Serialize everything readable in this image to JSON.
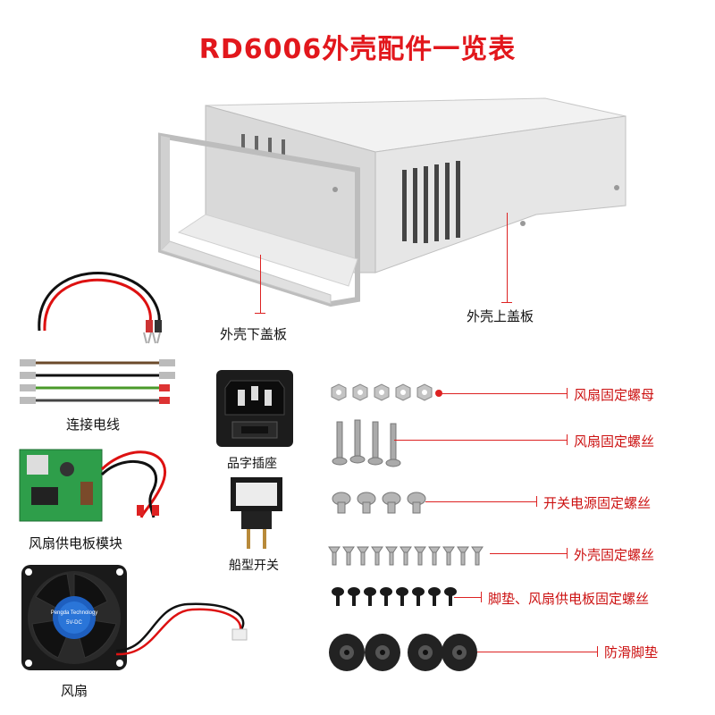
{
  "title": "RD6006外壳配件一览表",
  "parts": {
    "case_bottom": "外壳下盖板",
    "case_top": "外壳上盖板",
    "wires": "连接电线",
    "fan_board": "风扇供电板模块",
    "fan": "风扇",
    "iec_socket": "品字插座",
    "rocker_switch": "船型开关",
    "fan_nut": "风扇固定螺母",
    "fan_screw": "风扇固定螺丝",
    "psu_screw": "开关电源固定螺丝",
    "case_screw": "外壳固定螺丝",
    "feet_screw": "脚垫、风扇供电板固定螺丝",
    "feet": "防滑脚垫"
  },
  "fan_sticker": {
    "brand": "Pengda Technology",
    "voltage": "5V-DC"
  },
  "colors": {
    "title": "#e2171c",
    "leader": "#dd2222"
  }
}
